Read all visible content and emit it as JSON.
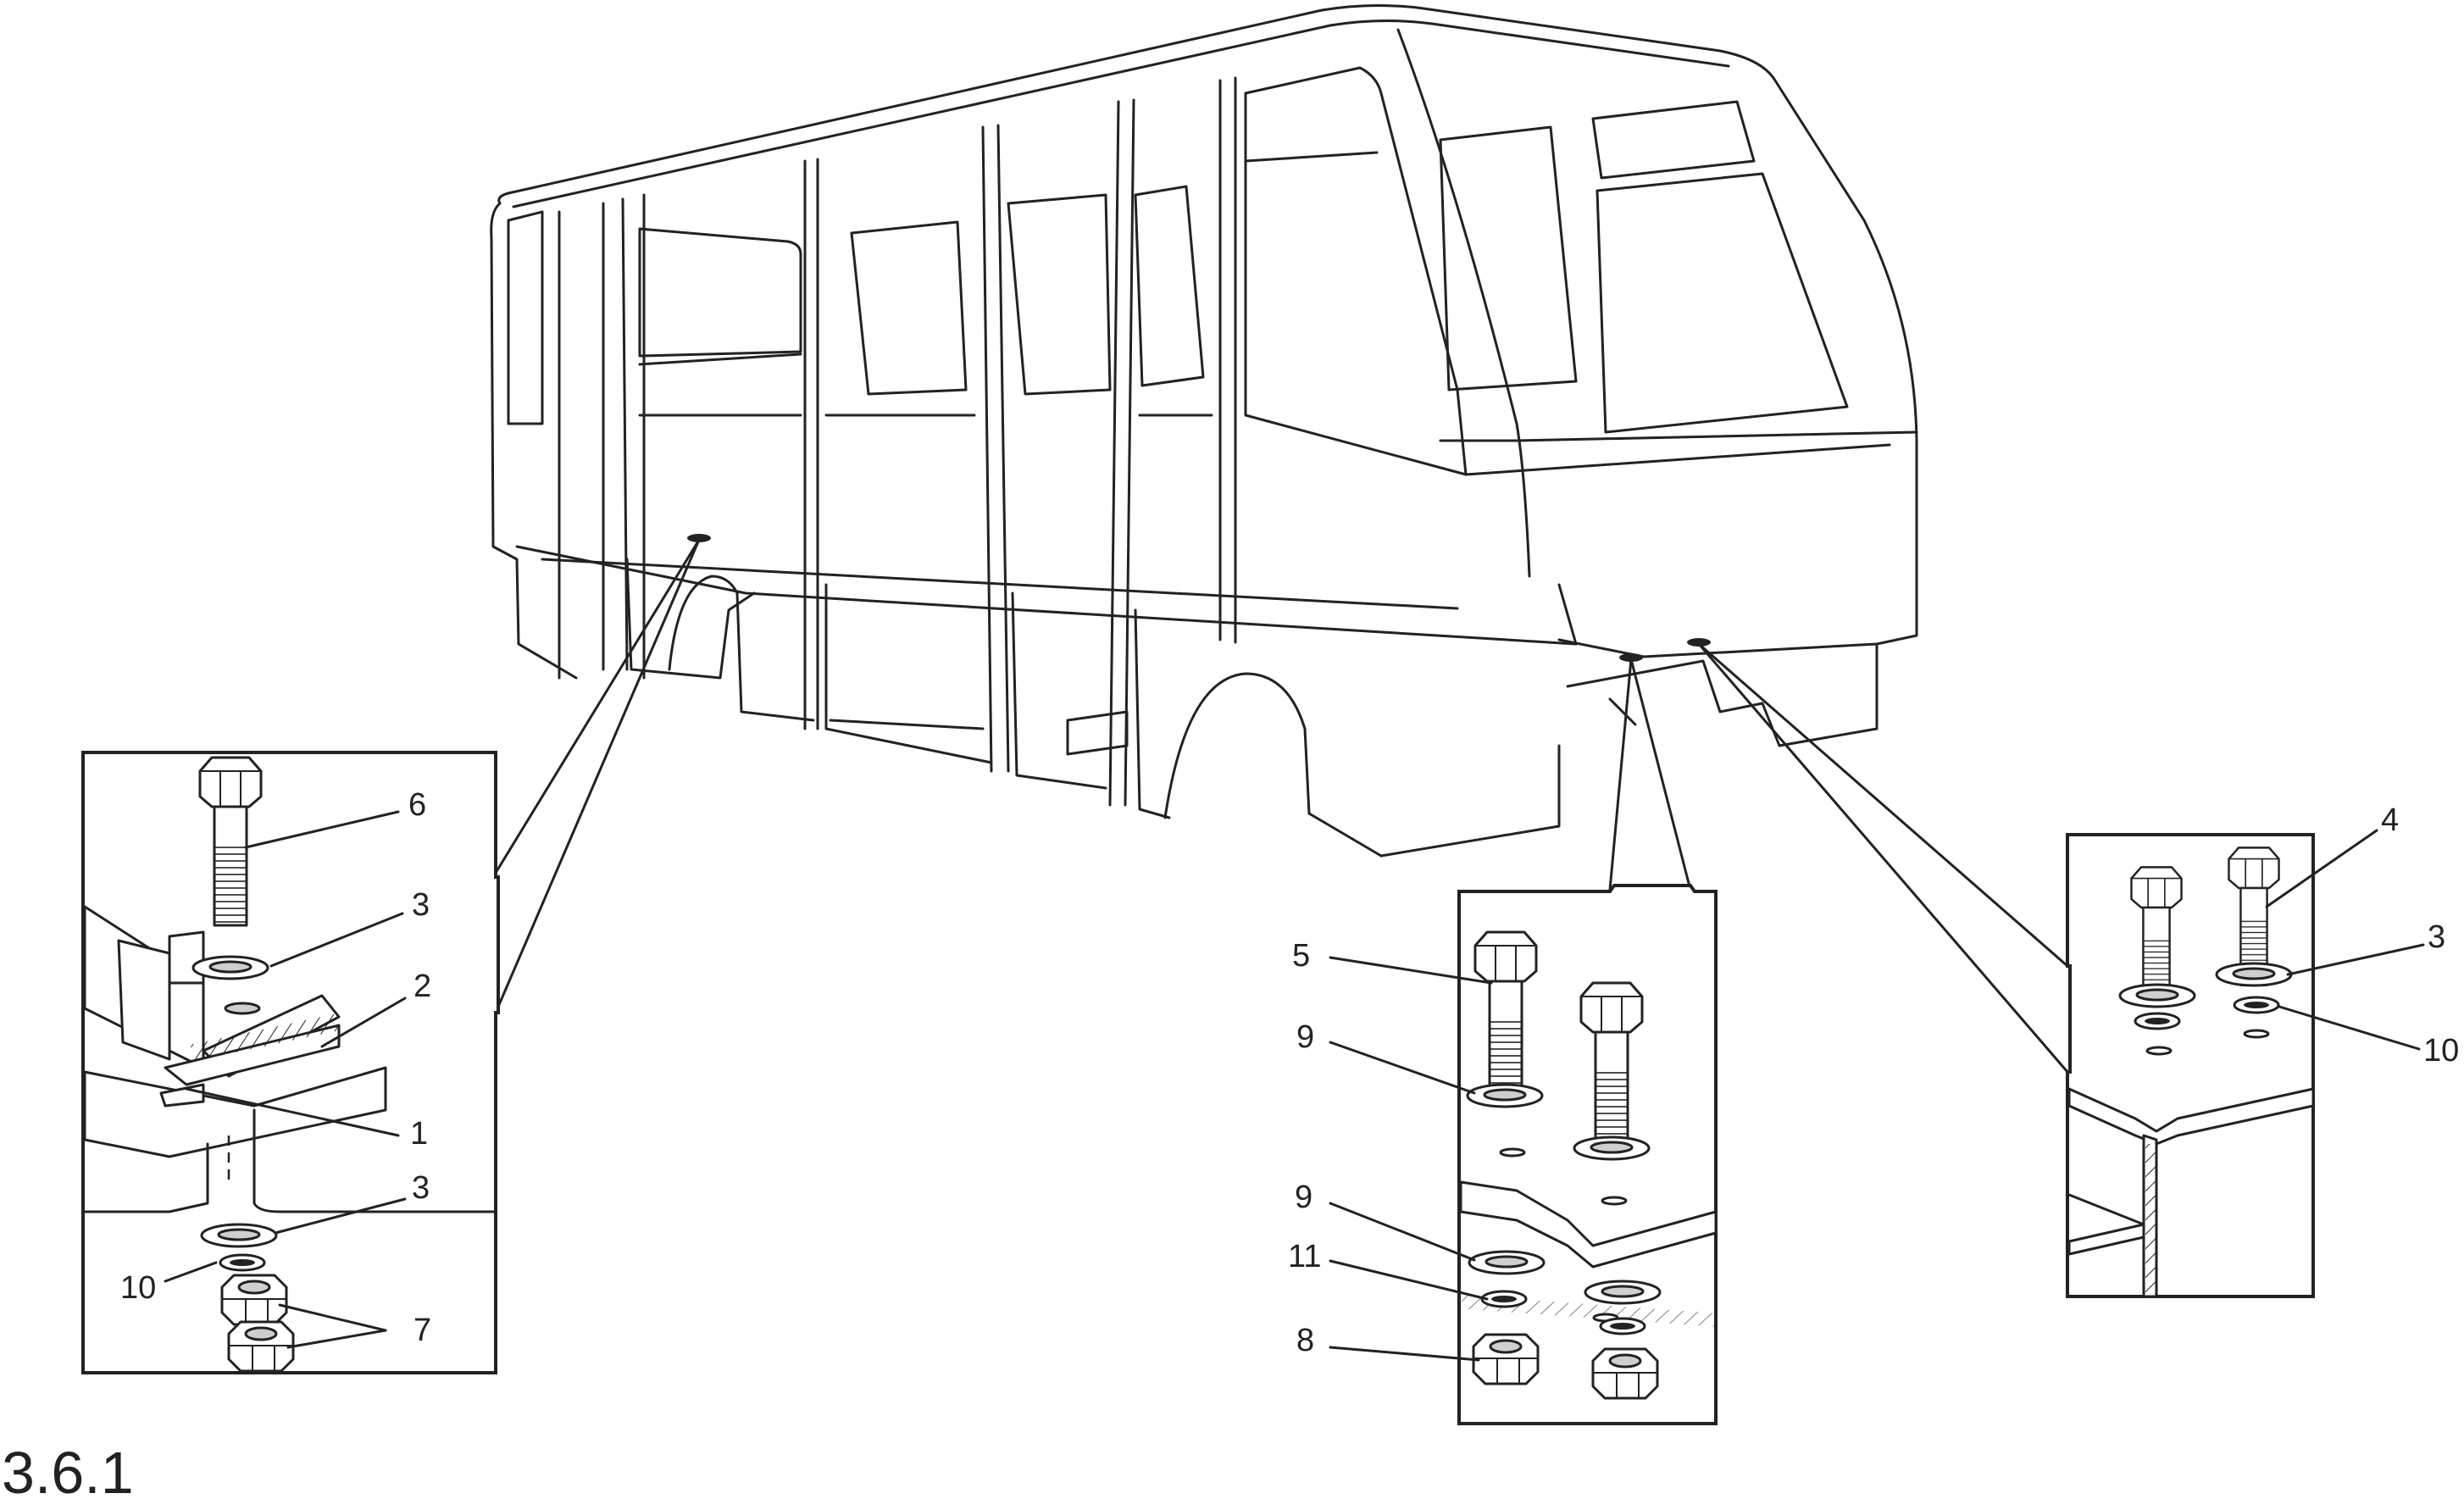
{
  "figure_number": "3.6.1",
  "callouts": {
    "left": [
      "6",
      "3",
      "2",
      "1",
      "3",
      "10",
      "7"
    ],
    "middle": [
      "5",
      "9",
      "9",
      "11",
      "8"
    ],
    "right": [
      "4",
      "3",
      "10"
    ]
  }
}
